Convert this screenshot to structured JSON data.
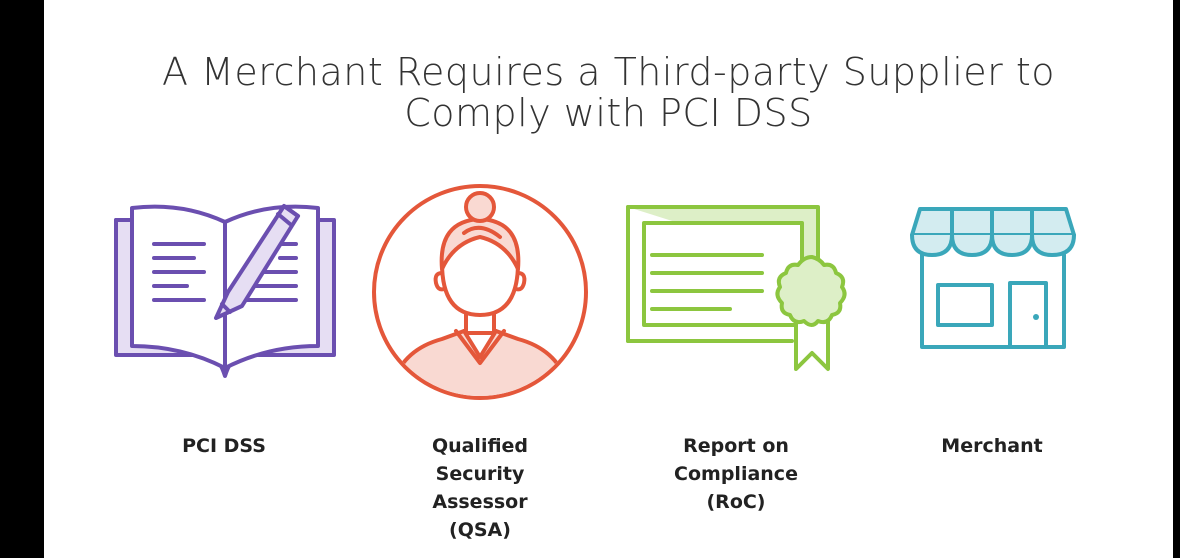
{
  "slide": {
    "title_line1": "A Merchant Requires a Third-party Supplier to",
    "title_line2": "Comply with PCI DSS"
  },
  "items": [
    {
      "icon": "open-book-pencil-icon",
      "color": "#6B4FB0",
      "fill": "#E6DEF3",
      "label_lines": [
        "PCI DSS"
      ]
    },
    {
      "icon": "assessor-person-icon",
      "color": "#E4573A",
      "fill": "#F9D9D2",
      "label_lines": [
        "Qualified",
        "Security",
        "Assessor",
        "(QSA)"
      ]
    },
    {
      "icon": "certificate-ribbon-icon",
      "color": "#8CC63F",
      "fill": "#DDEFC7",
      "label_lines": [
        "Report on",
        "Compliance",
        "(RoC)"
      ]
    },
    {
      "icon": "storefront-icon",
      "color": "#3AA7BA",
      "fill": "#D3ECF0",
      "label_lines": [
        "Merchant"
      ]
    }
  ]
}
